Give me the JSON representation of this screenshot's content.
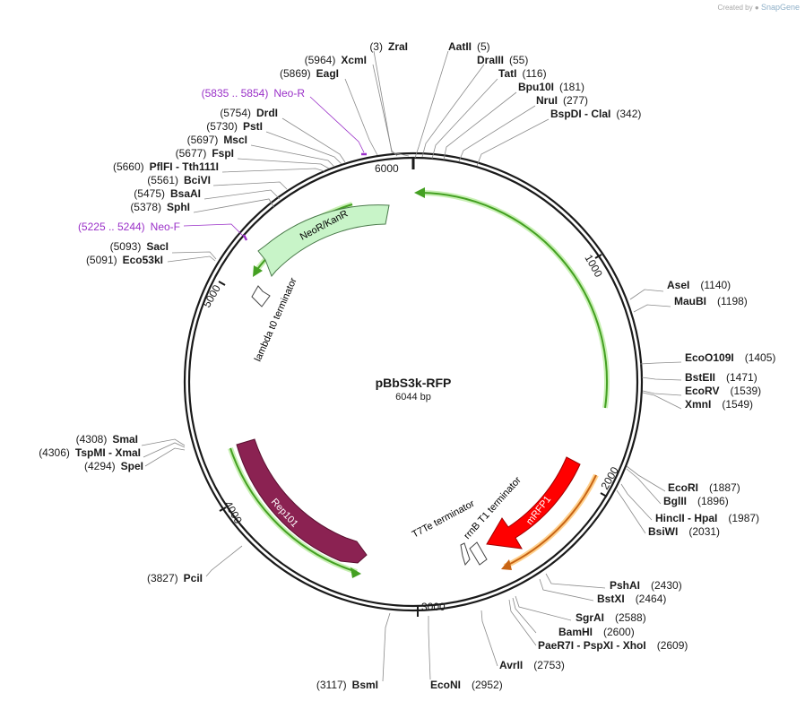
{
  "credit": {
    "prefix": "Created by",
    "brand": "SnapGene"
  },
  "title": "pBbS3k-RFP",
  "length_label": "6044 bp",
  "ticks": [
    "1000",
    "2000",
    "3000",
    "4000",
    "5000",
    "6000"
  ],
  "colors": {
    "neo": "#c8f4c8",
    "green_arrow": "#44a022",
    "mrfp": "#ff0000",
    "rep": "#8b2252",
    "orange": "#c86414",
    "primer": "#9a30c8",
    "backbone": "#1a1a1a"
  },
  "features": [
    {
      "name": "NeoR/KanR",
      "direction": "ccw",
      "color": "#c8f4c8"
    },
    {
      "name": "lambda t0 terminator",
      "direction": "ccw",
      "color": "#ffffff"
    },
    {
      "name": "mRFP1",
      "direction": "ccw",
      "color": "#ff0000"
    },
    {
      "name": "rrnB T1 terminator",
      "direction": "ccw",
      "color": "#ffffff"
    },
    {
      "name": "T7Te terminator",
      "direction": "ccw",
      "color": "#ffffff"
    },
    {
      "name": "Rep101",
      "direction": "cw",
      "color": "#8b2252"
    }
  ],
  "primers": [
    {
      "range": "(5835 .. 5854)",
      "name": "Neo-R"
    },
    {
      "range": "(5225 .. 5244)",
      "name": "Neo-F"
    }
  ],
  "enzymes_left": [
    {
      "pos": "(3)",
      "name": "ZraI"
    },
    {
      "pos": "(5964)",
      "name": "XcmI"
    },
    {
      "pos": "(5869)",
      "name": "EagI"
    },
    {
      "pos": "(5754)",
      "name": "DrdI"
    },
    {
      "pos": "(5730)",
      "name": "PstI"
    },
    {
      "pos": "(5697)",
      "name": "MscI"
    },
    {
      "pos": "(5677)",
      "name": "FspI"
    },
    {
      "pos": "(5660)",
      "name": "PflFI  - Tth111I"
    },
    {
      "pos": "(5561)",
      "name": "BciVI"
    },
    {
      "pos": "(5475)",
      "name": "BsaAI"
    },
    {
      "pos": "(5378)",
      "name": "SphI"
    },
    {
      "pos": "(5093)",
      "name": "SacI"
    },
    {
      "pos": "(5091)",
      "name": "Eco53kI"
    },
    {
      "pos": "(4308)",
      "name": "SmaI"
    },
    {
      "pos": "(4306)",
      "name": "TspMI  - XmaI"
    },
    {
      "pos": "(4294)",
      "name": "SpeI"
    },
    {
      "pos": "(3827)",
      "name": "PciI"
    },
    {
      "pos": "(3117)",
      "name": "BsmI"
    }
  ],
  "enzymes_right": [
    {
      "name": "AatII",
      "pos": "(5)"
    },
    {
      "name": "DraIII",
      "pos": "(55)"
    },
    {
      "name": "TatI",
      "pos": "(116)"
    },
    {
      "name": "Bpu10I",
      "pos": "(181)"
    },
    {
      "name": "NruI",
      "pos": "(277)"
    },
    {
      "name": "BspDI  - ClaI",
      "pos": "(342)"
    },
    {
      "name": "AseI",
      "pos": "(1140)"
    },
    {
      "name": "MauBI",
      "pos": "(1198)"
    },
    {
      "name": "EcoO109I",
      "pos": "(1405)"
    },
    {
      "name": "BstEII",
      "pos": "(1471)"
    },
    {
      "name": "EcoRV",
      "pos": "(1539)"
    },
    {
      "name": "XmnI",
      "pos": "(1549)"
    },
    {
      "name": "EcoRI",
      "pos": "(1887)"
    },
    {
      "name": "BglII",
      "pos": "(1896)"
    },
    {
      "name": "HincII  - HpaI",
      "pos": "(1987)"
    },
    {
      "name": "BsiWI",
      "pos": "(2031)"
    },
    {
      "name": "PshAI",
      "pos": "(2430)"
    },
    {
      "name": "BstXI",
      "pos": "(2464)"
    },
    {
      "name": "SgrAI",
      "pos": "(2588)"
    },
    {
      "name": "BamHI",
      "pos": "(2600)"
    },
    {
      "name": "PaeR7I  - PspXI  - XhoI",
      "pos": "(2609)"
    },
    {
      "name": "AvrII",
      "pos": "(2753)"
    },
    {
      "name": "EcoNI",
      "pos": "(2952)"
    }
  ]
}
